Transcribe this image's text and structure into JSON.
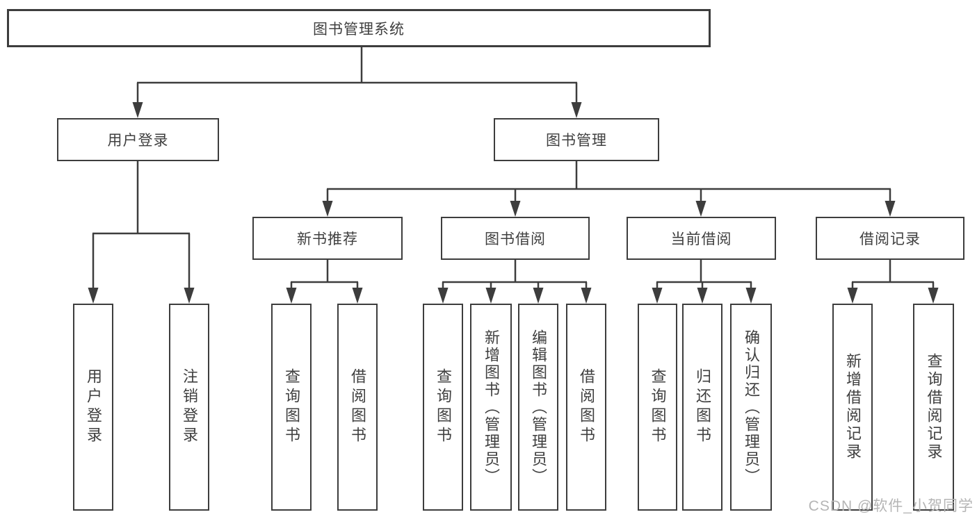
{
  "diagram": {
    "title": "图书管理系统",
    "root": {
      "label": "图书管理系统"
    },
    "level2": [
      {
        "label": "用户登录"
      },
      {
        "label": "图书管理"
      }
    ],
    "level3": [
      {
        "label": "新书推荐"
      },
      {
        "label": "图书借阅"
      },
      {
        "label": "当前借阅"
      },
      {
        "label": "借阅记录"
      }
    ],
    "leaves": {
      "user_login": [
        "用户登录",
        "注销登录"
      ],
      "new_book": [
        "查询图书",
        "借阅图书"
      ],
      "book_borrow": [
        "查询图书",
        "新增图书（管理员）",
        "编辑图书（管理员）",
        "借阅图书"
      ],
      "current_borrow": [
        "查询图书",
        "归还图书",
        "确认归还（管理员）"
      ],
      "borrow_record": [
        "新增借阅记录",
        "查询借阅记录"
      ]
    }
  },
  "watermark": {
    "text": "CSDN @软件_小贺同学"
  },
  "colors": {
    "line": "#3d3d3d",
    "text": "#3f3f3f",
    "background": "#ffffff",
    "watermark": "#b5b5b5"
  }
}
